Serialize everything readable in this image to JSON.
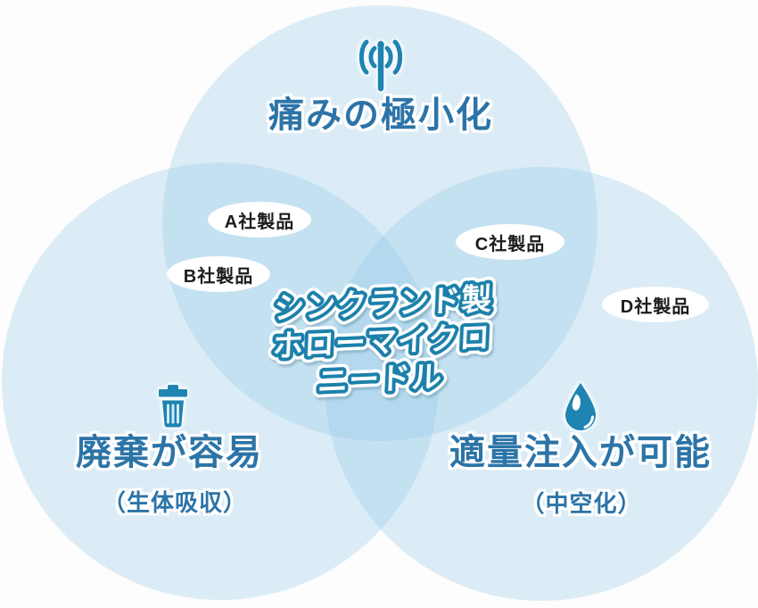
{
  "venn": {
    "center": {
      "line1": "シンクランド製",
      "line2": "ホローマイクロ",
      "line3": "ニードル"
    },
    "top": {
      "title": "痛みの極小化",
      "icon": "antenna-icon"
    },
    "left": {
      "title": "廃棄が容易",
      "subtitle": "（生体吸収）",
      "icon": "trash-icon"
    },
    "right": {
      "title": "適量注入が可能",
      "subtitle": "（中空化）",
      "icon": "droplet-icon"
    },
    "products": [
      {
        "label": "A社製品"
      },
      {
        "label": "B社製品"
      },
      {
        "label": "C社製品"
      },
      {
        "label": "D社製品"
      }
    ],
    "colors": {
      "circle_single": "#ddeef8",
      "circle_double_overlap": "#c2e2f0",
      "circle_triple_overlap": "#addbee",
      "heading_text": "#2c74a7",
      "pop_text_stroke": "#1b80aa",
      "icon_teal": "#1e84b2",
      "oval_background": "#ffffff",
      "oval_text": "#1c1c1c"
    }
  }
}
